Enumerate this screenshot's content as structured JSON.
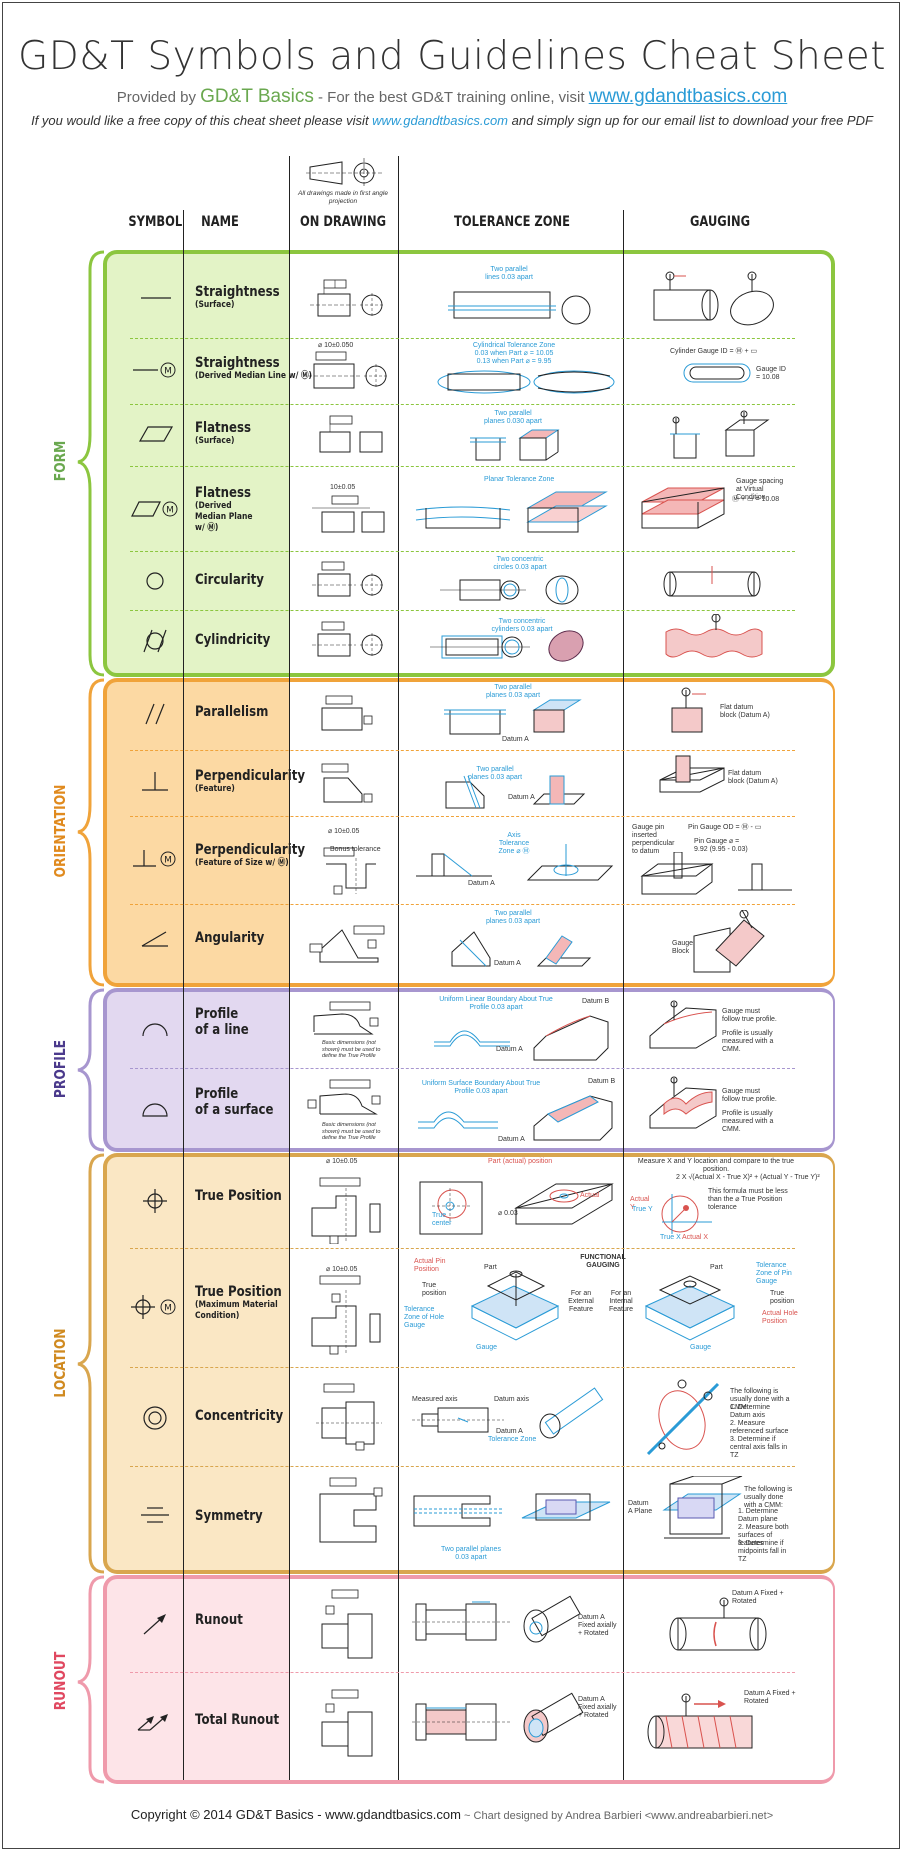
{
  "header": {
    "title": "GD&T Symbols and Guidelines Cheat Sheet",
    "provided_by": "Provided by",
    "brand": "GD&T Basics",
    "tagline": " - For the best GD&T training online, visit ",
    "url": "www.gdandtbasics.com",
    "free_copy_pre": "If you would like a free copy of this cheat sheet please visit ",
    "free_copy_url": "www.gdandtbasics.com",
    "free_copy_post": " and simply sign up for our email list to download your free PDF"
  },
  "columns": {
    "symbol": "SYMBOL",
    "name": "NAME",
    "drawing": "ON DRAWING",
    "zone": "TOLERANCE ZONE",
    "gauging": "GAUGING",
    "projection_note": "All drawings made in first angle projection"
  },
  "sections": {
    "form": {
      "label": "FORM",
      "color": "#8cc63f",
      "fill": "#e3f3c6"
    },
    "orientation": {
      "label": "ORIENTATION",
      "color": "#f0a33a",
      "fill": "#fcd9a3"
    },
    "profile": {
      "label": "PROFILE",
      "color": "#a796cf",
      "fill": "#e2d8f0"
    },
    "location": {
      "label": "LOCATION",
      "color": "#d9a64e",
      "fill": "#fae7c4"
    },
    "runout": {
      "label": "RUNOUT",
      "color": "#ef9aab",
      "fill": "#fde4e8"
    }
  },
  "rows": {
    "straightness": {
      "name": "Straightness",
      "sub": "(Surface)",
      "zone": "Two parallel lines 0.03 apart"
    },
    "straightness_mmc": {
      "name": "Straightness",
      "sub": "(Derived Median Line w/ Ⓜ)",
      "zone": "Cylindrical Tolerance Zone 0.03 when Part ⌀ = 10.05 0.13 when Part ⌀ = 9.95",
      "gauge": "Cylinder Gauge ID = Ⓜ + ▭",
      "gauge2": "Gauge ID = 10.08",
      "dim": "⌀ 10±0.050"
    },
    "flatness": {
      "name": "Flatness",
      "sub": "(Surface)",
      "zone": "Two parallel planes 0.030 apart"
    },
    "flatness_mmc": {
      "name": "Flatness",
      "sub": "(Derived Median Plane w/ Ⓜ)",
      "zone": "Planar Tolerance Zone",
      "gauge": "Gauge spacing at Virtual Condition",
      "gauge2": "Ⓜ + ▭ = 10.08",
      "dim": "10±0.05"
    },
    "circularity": {
      "name": "Circularity",
      "zone": "Two concentric circles 0.03 apart"
    },
    "cylindricity": {
      "name": "Cylindricity",
      "zone": "Two concentric cylinders 0.03 apart"
    },
    "parallelism": {
      "name": "Parallelism",
      "zone": "Two parallel planes 0.03 apart",
      "datum": "Datum A",
      "gauge": "Flat datum block (Datum A)"
    },
    "perpendicularity": {
      "name": "Perpendicularity",
      "sub": "(Feature)",
      "zone": "Two parallel planes 0.03 apart",
      "datum": "Datum A",
      "gauge": "Flat datum block (Datum A)"
    },
    "perpendicularity_mmc": {
      "name": "Perpendicularity",
      "sub": "(Feature of Size w/ Ⓜ)",
      "zone": "Axis Tolerance Zone ⌀ Ⓜ",
      "datum": "Datum A",
      "dim": "⌀ 10±0.05",
      "bonus": "Bonus tolerance",
      "gauge_pin": "Gauge pin inserted perpendicular to datum",
      "gauge": "Pin Gauge OD = Ⓜ - ▭",
      "gauge2": "Pin Gauge ⌀ = 9.92 (9.95 - 0.03)"
    },
    "angularity": {
      "name": "Angularity",
      "zone": "Two parallel planes 0.03 apart",
      "datum": "Datum A",
      "gauge": "Gauge Block"
    },
    "profile_line": {
      "name": "Profile",
      "name2": "of a line",
      "zone": "Uniform Linear Boundary About True Profile 0.03 apart",
      "datum_a": "Datum A",
      "datum_b": "Datum B",
      "basic": "Basic dimensions (not shown) must be used to define the True Profile",
      "gauge": "Gauge must follow true profile.",
      "gauge2": "Profile is usually measured with a CMM."
    },
    "profile_surface": {
      "name": "Profile",
      "name2": "of a surface",
      "zone": "Uniform Surface Boundary About True Profile 0.03 apart",
      "datum_a": "Datum A",
      "datum_b": "Datum B",
      "basic": "Basic dimensions (not shown) must be used to define the True Profile",
      "gauge": "Gauge must follow true profile.",
      "gauge2": "Profile is usually measured with a CMM."
    },
    "true_position": {
      "name": "True Position",
      "dim": "⌀ 10±0.05",
      "zone_part": "Part (actual) position",
      "zone_true": "True center",
      "zone_tol": "⌀ 0.03",
      "zone_actual": "Actual",
      "gauge": "Measure X and Y location and compare to the true position.",
      "gauge_formula": "2 X √(Actual X - True X)² + (Actual Y - True Y)²",
      "gauge2": "This formula must be less than the ⌀ True Position tolerance",
      "actual_y": "Actual Y",
      "true_y": "True Y",
      "true_x": "True X",
      "actual_x": "Actual X"
    },
    "true_position_mmc": {
      "name": "True Position",
      "sub": "(Maximum Material",
      "sub2": "Condition)",
      "dim": "⌀ 10±0.05",
      "actual_pin": "Actual Pin Position",
      "true_pos": "True position",
      "tol_hole": "Tolerance Zone of Hole Gauge",
      "part": "Part",
      "gauge": "Gauge",
      "functional": "FUNCTIONAL GAUGING",
      "external": "For an External Feature",
      "internal": "For an Internal Feature",
      "part2": "Part",
      "tol_pin": "Tolerance Zone of Pin Gauge",
      "true_pos2": "True position",
      "actual_hole": "Actual Hole Position",
      "gauge2": "Gauge"
    },
    "concentricity": {
      "name": "Concentricity",
      "measured": "Measured axis",
      "datum_axis": "Datum axis",
      "datum_a": "Datum A",
      "tol": "Tolerance Zone",
      "gauge_intro": "The following is usually done with a CMM:",
      "g1": "1. Determine Datum axis",
      "g2": "2. Measure referenced surface",
      "g3": "3. Determine if central axis falls in TZ"
    },
    "symmetry": {
      "name": "Symmetry",
      "zone": "Two parallel planes 0.03 apart",
      "datum_plane": "Datum A Plane",
      "gauge_intro": "The following is usually done with a CMM:",
      "g1": "1. Determine Datum plane",
      "g2": "2. Measure both surfaces of features",
      "g3": "3. Determine if midpoints fall in TZ"
    },
    "runout": {
      "name": "Runout",
      "datum": "Datum A Fixed axially + Rotated",
      "gauge": "Datum A Fixed + Rotated"
    },
    "total_runout": {
      "name": "Total Runout",
      "datum": "Datum A Fixed axially + Rotated",
      "gauge": "Datum A Fixed + Rotated"
    }
  },
  "footer": {
    "copyright": "Copyright © 2014 GD&T Basics - www.gdandtbasics.com",
    "designer": " ~ Chart designed by Andrea Barbieri <www.andreabarbieri.net>"
  }
}
